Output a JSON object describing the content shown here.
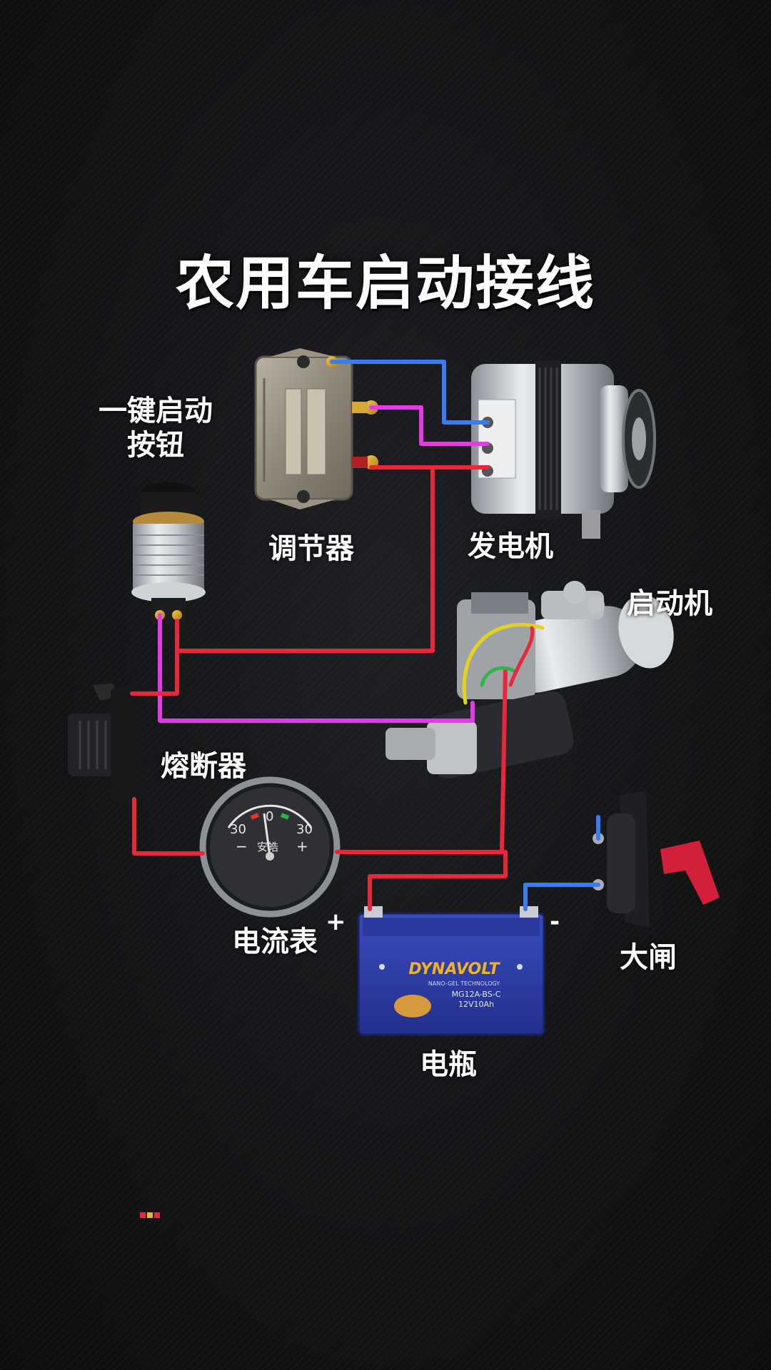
{
  "title": "农用车启动接线",
  "labels": {
    "button": "一键启动\n按钮",
    "regulator": "调节器",
    "alternator": "发电机",
    "starter": "启动机",
    "fuse": "熔断器",
    "ammeter": "电流表",
    "battery": "电瓶",
    "main_switch": "大闸"
  },
  "battery_terminals": {
    "positive": "+",
    "negative": "-"
  },
  "ammeter": {
    "left_scale": "30",
    "right_scale": "30",
    "zero": "0",
    "minus": "−",
    "plus": "+",
    "brand": "安皓"
  },
  "battery": {
    "brand": "DYNAVOLT",
    "model": "MG12A-BS-C",
    "rating": "12V10Ah",
    "tech": "NANO-GEL TECHNOLOGY"
  },
  "wire_colors": {
    "red": "#e8283a",
    "blue": "#3a7bf0",
    "magenta": "#e23ce8",
    "yellow": "#e6d21a",
    "green": "#2fb34a"
  }
}
